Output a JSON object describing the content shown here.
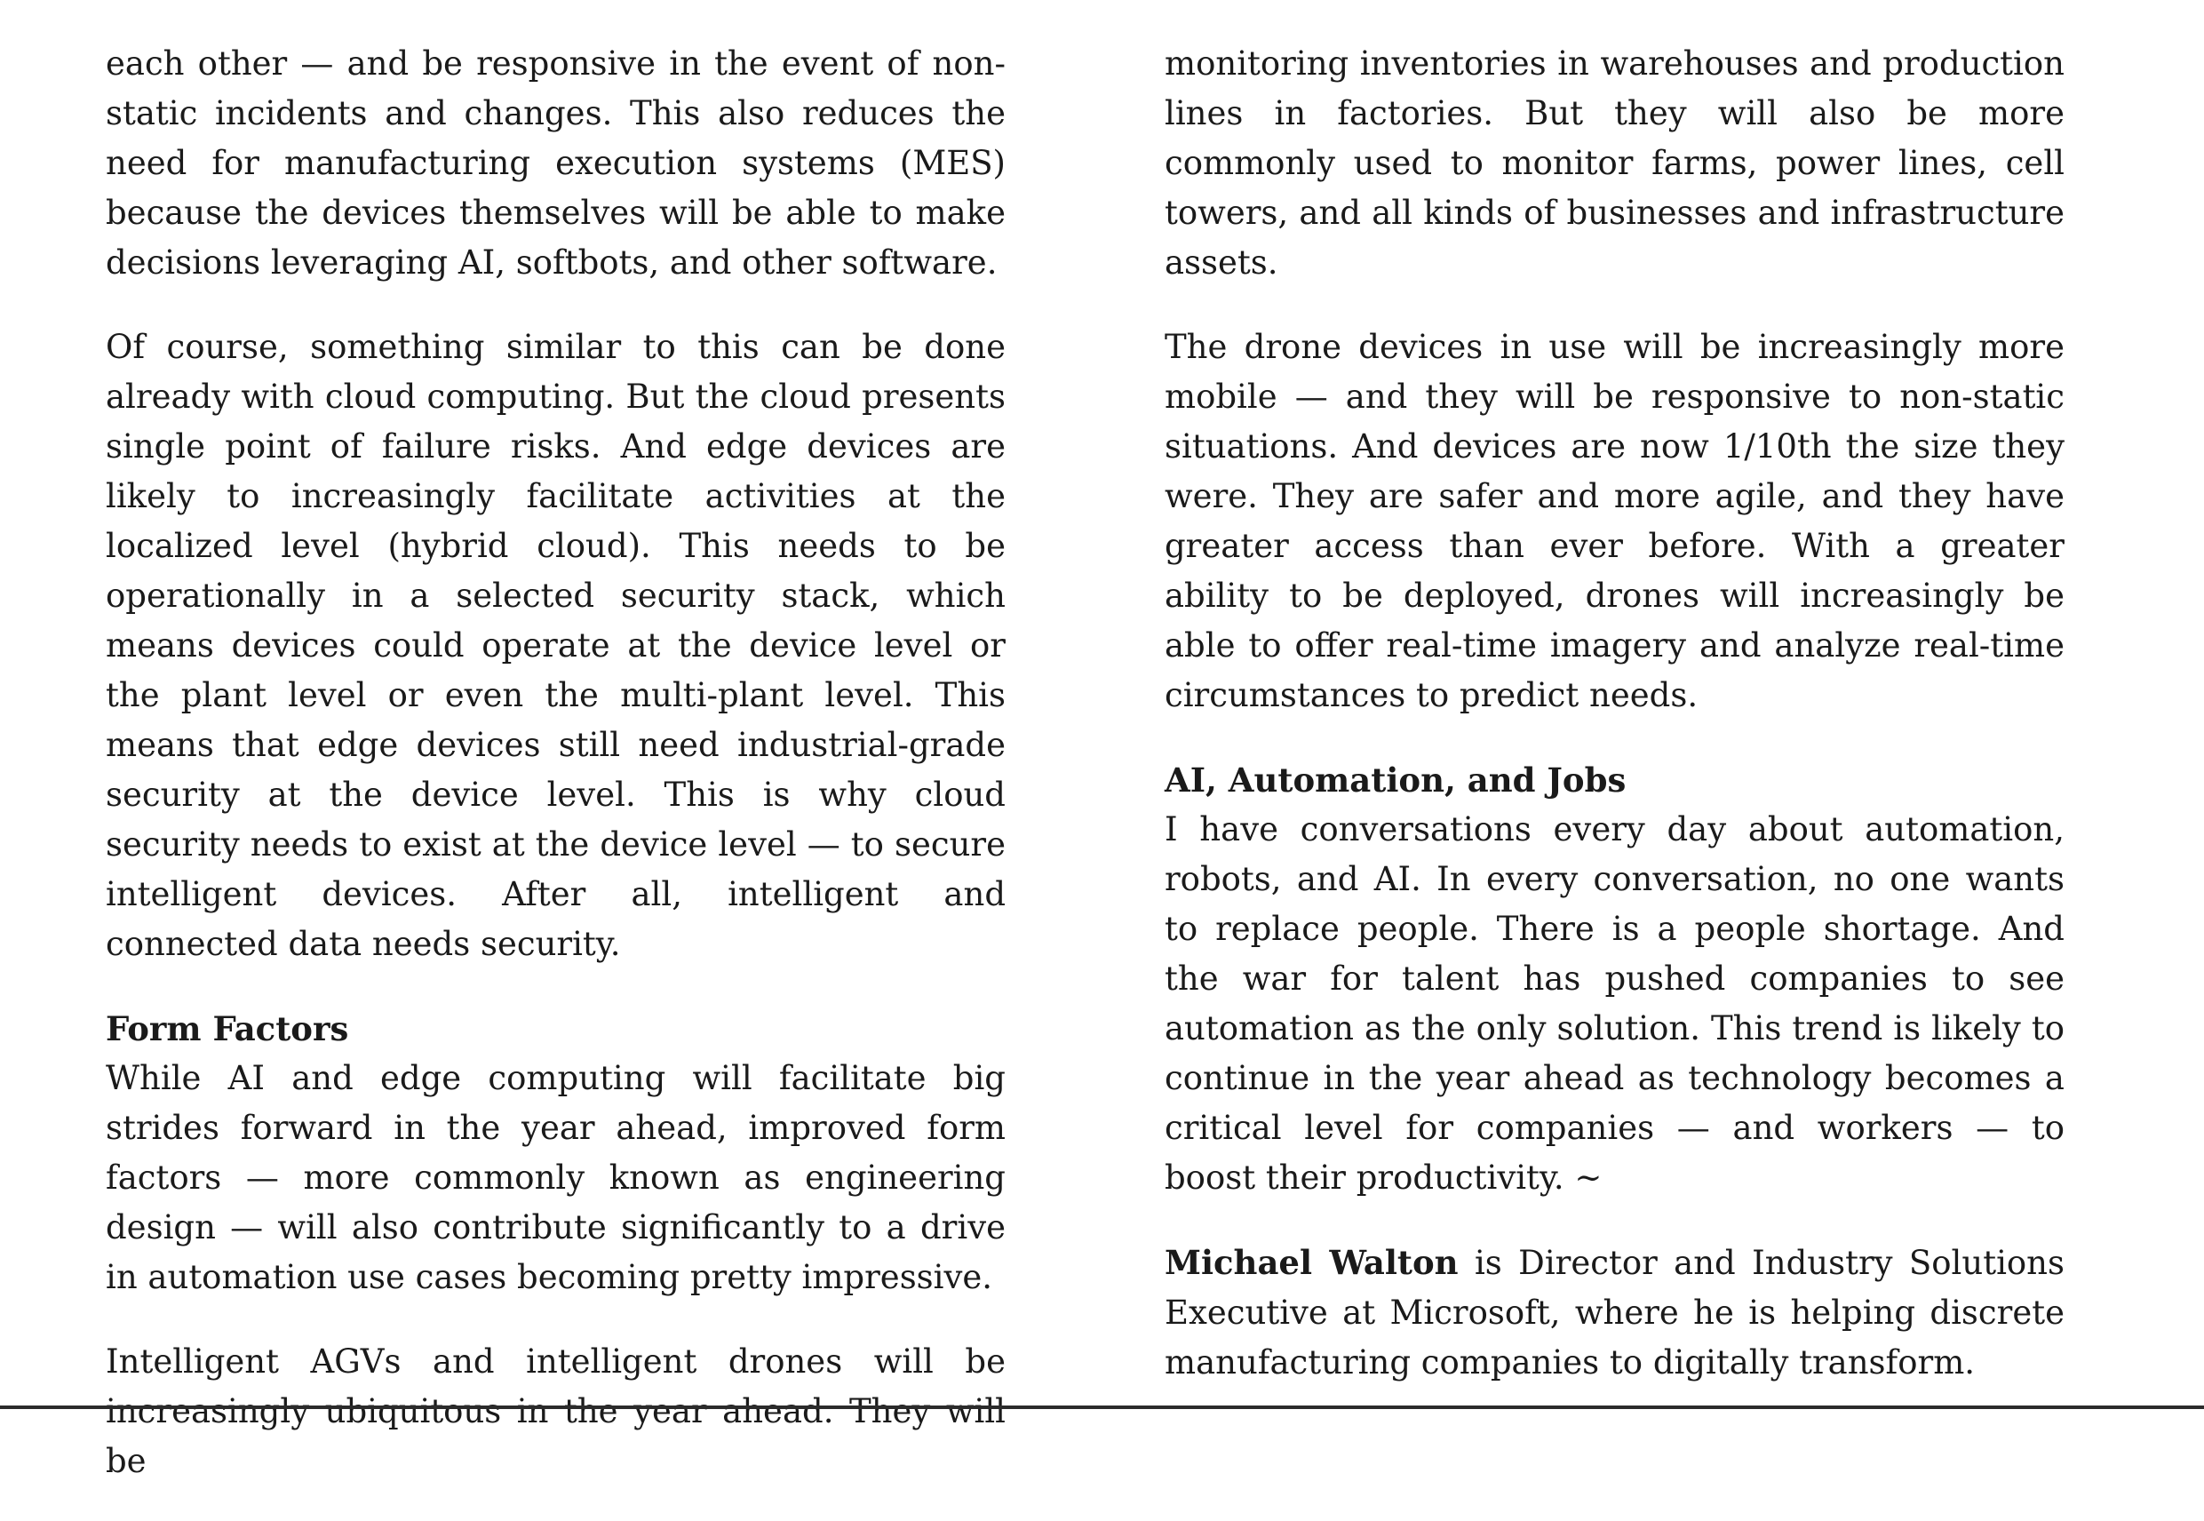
{
  "left_column": {
    "p1": "each other — and be responsive in the event of non-static incidents and changes. This also reduces the need for manufacturing execution systems (MES) because the devices themselves will be able to make decisions leveraging AI, softbots, and other software.",
    "p2": "Of course, something similar to this can be done already with cloud computing. But the cloud presents single point of failure risks. And edge devices are likely to increasingly facilitate activities at the localized level (hybrid cloud). This needs to be operationally in a selected security stack, which means devices could operate at the device level or the plant level or even the multi-plant level. This means that edge devices still need industrial-grade security at the device level. This is why cloud security needs to exist at the device level — to secure intelligent devices. After all, intelligent and connected data needs security.",
    "heading_form_factors": "Form Factors",
    "p3": "While AI and edge computing will facilitate big strides forward in the year ahead, improved form factors — more commonly known as engineering design — will also contribute significantly to a drive in automation use cases becoming pretty impressive.",
    "p4": "Intelligent AGVs and intelligent drones will be increasingly ubiquitous in the year ahead. They will be"
  },
  "right_column": {
    "p1": "monitoring inventories in warehouses and production lines in factories. But they will also be more commonly used to monitor farms, power lines, cell towers, and all kinds of businesses and infrastructure assets.",
    "p2": "The drone devices in use will be increasingly more mobile — and they will be responsive to non-static situations. And devices are now 1/10th the size they were. They are safer and more agile, and they have greater access than ever before. With a greater ability to be deployed, drones will increasingly be able to offer real-time imagery and analyze real-time circumstances to predict needs.",
    "heading_ai": "AI, Automation, and Jobs",
    "p3": "I have conversations every day about automation, robots, and AI. In every conversation, no one wants to replace people. There is a people shortage. And the war for talent has pushed companies to see automation as the only solution. This trend is likely to continue in the year ahead as technology becomes a critical level for companies — and workers — to boost their productivity. ~",
    "bio_name": "Michael Walton",
    "bio_text": " is Director and Industry Solutions Executive at Microsoft, where he is helping discrete manufacturing companies to digitally transform."
  }
}
